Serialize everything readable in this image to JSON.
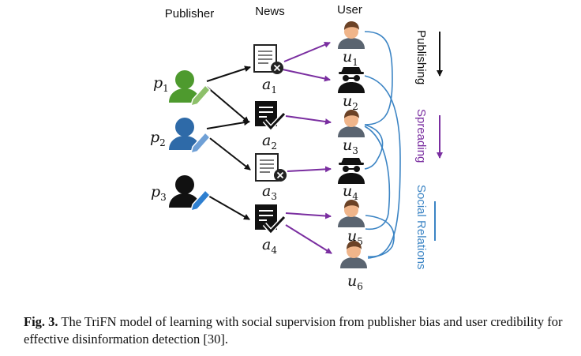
{
  "headers": {
    "publisher": "Publisher",
    "news": "News",
    "user": "User"
  },
  "publishers": [
    {
      "letter": "p",
      "index": "1",
      "color": "#4e9a2e"
    },
    {
      "letter": "p",
      "index": "2",
      "color": "#2e6aa8"
    },
    {
      "letter": "p",
      "index": "3",
      "color": "#111111"
    }
  ],
  "news": [
    {
      "letter": "a",
      "index": "1",
      "kind": "fake"
    },
    {
      "letter": "a",
      "index": "2",
      "kind": "true"
    },
    {
      "letter": "a",
      "index": "3",
      "kind": "fake"
    },
    {
      "letter": "a",
      "index": "4",
      "kind": "true"
    }
  ],
  "users": [
    {
      "letter": "u",
      "index": "1",
      "kind": "normal"
    },
    {
      "letter": "u",
      "index": "2",
      "kind": "spy"
    },
    {
      "letter": "u",
      "index": "3",
      "kind": "normal"
    },
    {
      "letter": "u",
      "index": "4",
      "kind": "spy"
    },
    {
      "letter": "u",
      "index": "5",
      "kind": "normal"
    },
    {
      "letter": "u",
      "index": "6",
      "kind": "normal"
    }
  ],
  "legend": {
    "publishing": {
      "label": "Publishing",
      "color": "#111111"
    },
    "spreading": {
      "label": "Spreading",
      "color": "#7a2ea0"
    },
    "social": {
      "label": "Social Relations",
      "color": "#3b84c4"
    }
  },
  "icons": {
    "publisher": "person-with-pen-icon",
    "true_news": "document-check-icon",
    "fake_news": "document-x-icon",
    "user": "user-avatar-icon",
    "spy": "spy-avatar-icon"
  },
  "caption": {
    "label": "Fig. 3.",
    "text": "The TriFN model of learning with social supervision from publisher bias and user credibility for effective disinformation detection [30]."
  }
}
